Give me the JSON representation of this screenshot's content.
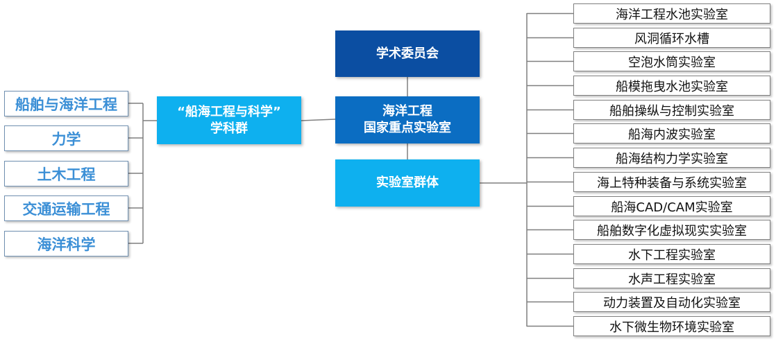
{
  "disciplines": [
    "船舶与海洋工程",
    "力学",
    "土木工程",
    "交通运输工程",
    "海洋科学"
  ],
  "discipline_group": [
    "“船海工程与科学”",
    "学科群"
  ],
  "committee": "学术委员会",
  "key_lab": [
    "海洋工程",
    "国家重点实验室"
  ],
  "lab_cluster": "实验室群体",
  "labs": [
    "海洋工程水池实验室",
    "风洞循环水槽",
    "空泡水筒实验室",
    "船模拖曳水池实验室",
    "船舶操纵与控制实验室",
    "船海内波实验室",
    "船海结构力学实验室",
    "海上特种装备与系统实验室",
    "船海CAD/CAM实验室",
    "船舶数字化虚拟现实实验室",
    "水下工程实验室",
    "水声工程实验室",
    "动力装置及自动化实验室",
    "水下微生物环境实验室"
  ],
  "colors": {
    "committee": "#0b4ea2",
    "key_lab": "#0b6dc2",
    "lab_cluster": "#0eb0ef",
    "group": "#0eb0ef",
    "discipline_text": "#3b8fd6",
    "connector": "#7f7f7f"
  }
}
